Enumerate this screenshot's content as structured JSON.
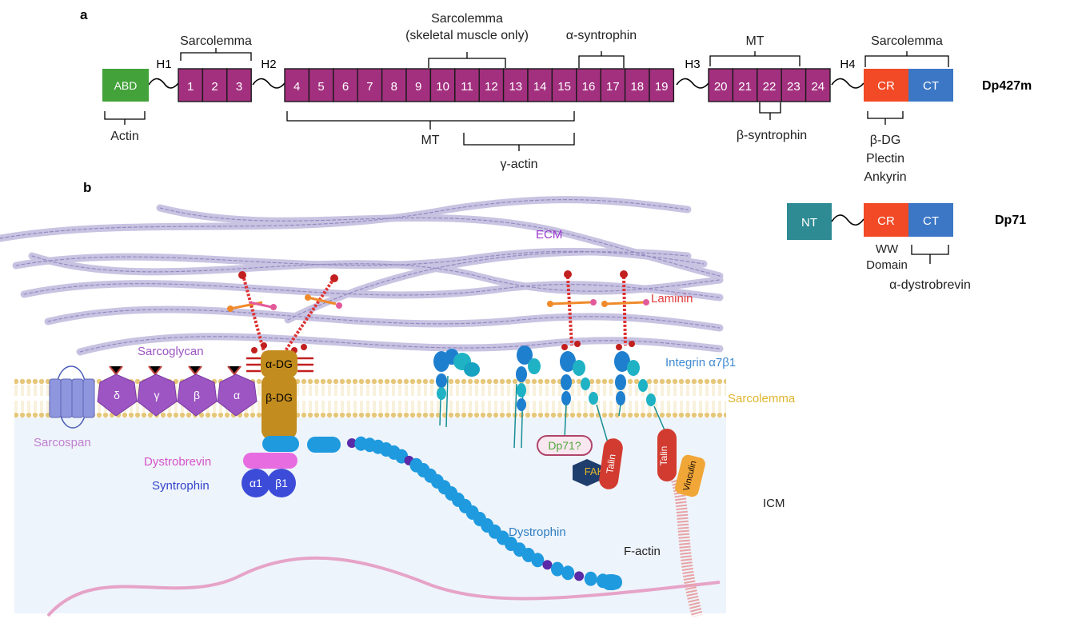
{
  "panel_a": {
    "letter": "a",
    "dp427m": {
      "label": "Dp427m",
      "abd": "ABD",
      "hinges": [
        "H1",
        "H2",
        "H3",
        "H4"
      ],
      "spectrin_repeats": [
        "1",
        "2",
        "3",
        "4",
        "5",
        "6",
        "7",
        "8",
        "9",
        "10",
        "11",
        "12",
        "13",
        "14",
        "15",
        "16",
        "17",
        "18",
        "19",
        "20",
        "21",
        "22",
        "23",
        "24"
      ],
      "cr": "CR",
      "ct": "CT"
    },
    "binding": {
      "actin": "Actin",
      "sarcolemma_1": "Sarcolemma",
      "sarcolemma_skeletal_1": "Sarcolemma",
      "sarcolemma_skeletal_2": "(skeletal muscle only)",
      "alpha_syntrophin": "α-syntrophin",
      "mt_top": "MT",
      "sarcolemma_4": "Sarcolemma",
      "mt_bottom": "MT",
      "gamma_actin": "γ-actin",
      "beta_syntrophin": "β-syntrophin",
      "cr_partners": [
        "β-DG",
        "Plectin",
        "Ankyrin"
      ]
    },
    "dp71": {
      "label": "Dp71",
      "nt": "NT",
      "cr": "CR",
      "ct": "CT",
      "ww_1": "WW",
      "ww_2": "Domain",
      "alpha_dystrobrevin": "α-dystrobrevin"
    }
  },
  "panel_b": {
    "letter": "b",
    "ecm": "ECM",
    "laminin": "Laminin",
    "sarcoglycan": "Sarcoglycan",
    "sarcoglycan_subunits": [
      "δ",
      "γ",
      "β",
      "α"
    ],
    "alpha_dg": "α-DG",
    "beta_dg": "β-DG",
    "integrin": "Integrin α7β1",
    "sarcolemma": "Sarcolemma",
    "sarcospan": "Sarcospan",
    "dystrobrevin": "Dystrobrevin",
    "syntrophin": "Syntrophin",
    "syntrophin_subunits": [
      "α1",
      "β1"
    ],
    "dp71_q": "Dp71?",
    "fak": "FAK",
    "talin": "Talin",
    "vinculin": "Vinculin",
    "icm": "ICM",
    "dystrophin": "Dystrophin",
    "f_actin": "F-actin"
  },
  "colors": {
    "abd": "#43a23a",
    "repeat": "#a3307f",
    "cr": "#f24a26",
    "ct": "#3c77c6",
    "nt": "#2e8a93",
    "membrane": "#e6c77a",
    "icm_bg": "#eef4fb",
    "ecm_fiber": "#9b92c4"
  }
}
